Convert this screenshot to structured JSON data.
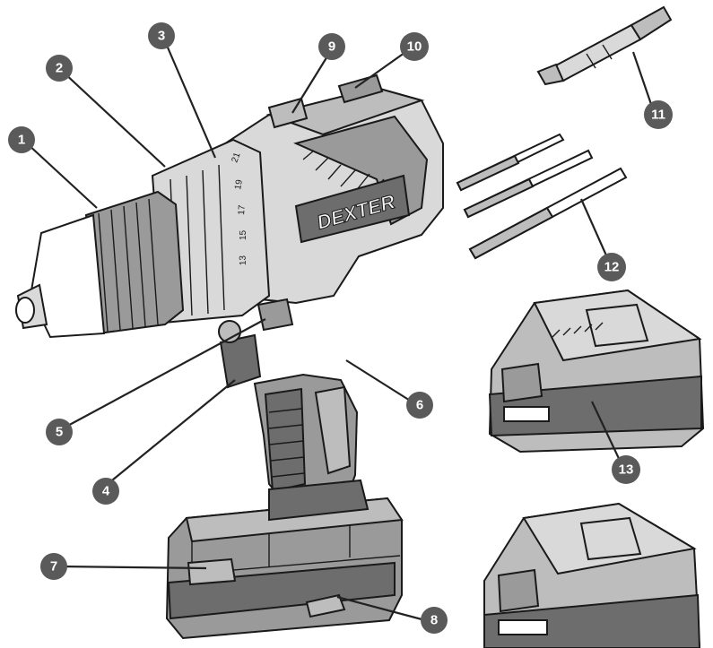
{
  "brand_label": "DEXTER",
  "torque_scale": [
    "21",
    "19",
    "17",
    "15",
    "13"
  ],
  "callouts": [
    {
      "n": "1"
    },
    {
      "n": "2"
    },
    {
      "n": "3"
    },
    {
      "n": "4"
    },
    {
      "n": "5"
    },
    {
      "n": "6"
    },
    {
      "n": "7"
    },
    {
      "n": "8"
    },
    {
      "n": "9"
    },
    {
      "n": "10"
    },
    {
      "n": "11"
    },
    {
      "n": "12"
    },
    {
      "n": "13"
    }
  ]
}
